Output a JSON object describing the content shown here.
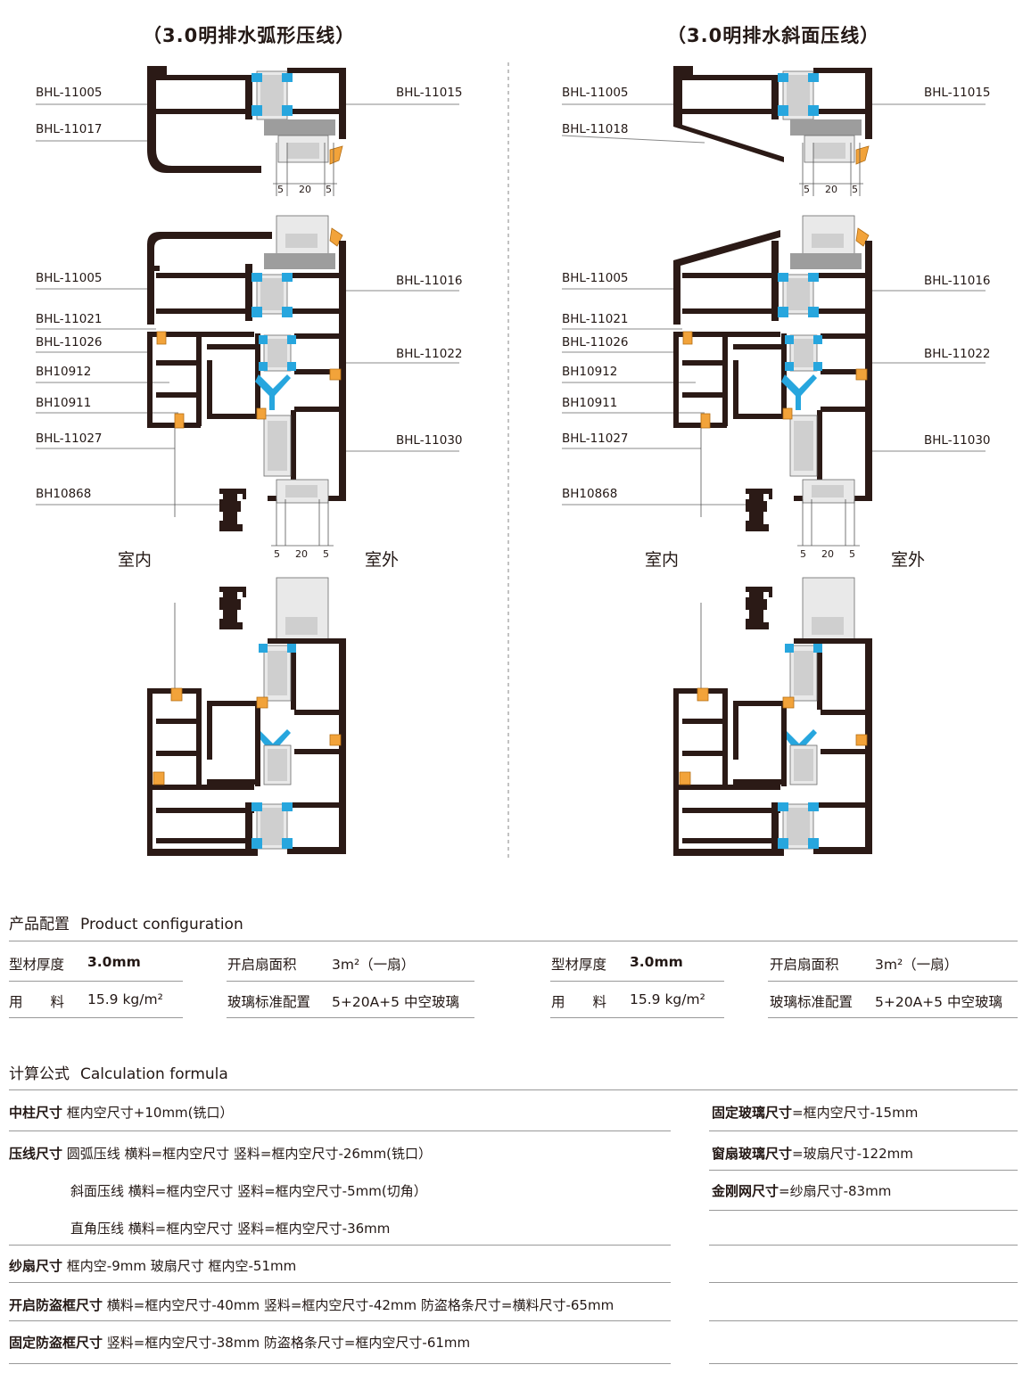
{
  "diagrams": [
    {
      "title": "（3.0明排水弧形压线）",
      "labels_left": [
        "BHL-11005",
        "BHL-11017",
        "BHL-11005",
        "BHL-11021",
        "BHL-11026",
        "BH10912",
        "BH10911",
        "BHL-11027",
        "BH10868"
      ],
      "labels_right": [
        "BHL-11015",
        "BHL-11016",
        "BHL-11022",
        "BHL-11030"
      ],
      "dims_top": [
        "5",
        "20",
        "5"
      ],
      "dims_mid": [
        "5",
        "20",
        "5"
      ],
      "indoor": "室内",
      "outdoor": "室外"
    },
    {
      "title": "（3.0明排水斜面压线）",
      "labels_left": [
        "BHL-11005",
        "BHL-11018",
        "BHL-11005",
        "BHL-11021",
        "BHL-11026",
        "BH10912",
        "BH10911",
        "BHL-11027",
        "BH10868"
      ],
      "labels_right": [
        "BHL-11015",
        "BHL-11016",
        "BHL-11022",
        "BHL-11030"
      ],
      "dims_top": [
        "5",
        "20",
        "5"
      ],
      "dims_mid": [
        "5",
        "20",
        "5"
      ],
      "indoor": "室内",
      "outdoor": "室外"
    }
  ],
  "product_config": {
    "title_cn": "产品配置",
    "title_en": "Product configuration",
    "blocks": [
      {
        "thickness_label": "型材厚度",
        "thickness_value": "3.0mm",
        "material_label": "用　　料",
        "material_value": "15.9 kg/m²",
        "area_label": "开启扇面积",
        "area_value": "3m²（一扇）",
        "glass_label": "玻璃标准配置",
        "glass_value": "5+20A+5 中空玻璃"
      },
      {
        "thickness_label": "型材厚度",
        "thickness_value": "3.0mm",
        "material_label": "用　　料",
        "material_value": "15.9 kg/m²",
        "area_label": "开启扇面积",
        "area_value": "3m²（一扇）",
        "glass_label": "玻璃标准配置",
        "glass_value": "5+20A+5 中空玻璃"
      }
    ]
  },
  "formula": {
    "title_cn": "计算公式",
    "title_en": "Calculation formula",
    "left_rows": [
      {
        "bold": "中柱尺寸",
        "text": " 框内空尺寸+10mm(铣口）"
      },
      {
        "bold": "压线尺寸",
        "text": " 圆弧压线 横料=框内空尺寸 竖料=框内空尺寸-26mm(铣口）"
      },
      {
        "bold": "",
        "text": "斜面压线 横料=框内空尺寸 竖料=框内空尺寸-5mm(切角）"
      },
      {
        "bold": "",
        "text": "直角压线 横料=框内空尺寸 竖料=框内空尺寸-36mm"
      },
      {
        "bold": "纱扇尺寸",
        "text": " 框内空-9mm  玻扇尺寸 框内空-51mm"
      },
      {
        "bold": "开启防盗框尺寸",
        "text": " 横料=框内空尺寸-40mm 竖料=框内空尺寸-42mm 防盗格条尺寸=横料尺寸-65mm"
      },
      {
        "bold": "固定防盗框尺寸",
        "text": " 竖料=框内空尺寸-38mm 防盗格条尺寸=框内空尺寸-61mm"
      }
    ],
    "right_rows": [
      {
        "bold": "固定玻璃尺寸",
        "text": "=框内空尺寸-15mm"
      },
      {
        "bold": "窗扇玻璃尺寸",
        "text": "=玻扇尺寸-122mm"
      },
      {
        "bold": "金刚网尺寸",
        "text": "=纱扇尺寸-83mm"
      }
    ]
  }
}
